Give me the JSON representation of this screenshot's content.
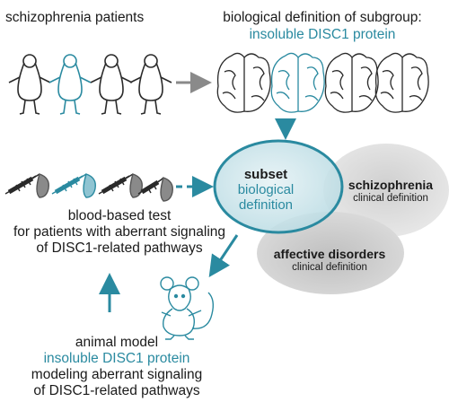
{
  "patients_title": "schizophrenia patients",
  "definition": {
    "title": "biological definition of subgroup:",
    "protein": "insoluble DISC1 protein"
  },
  "test": {
    "line1": "blood-based test",
    "line2": "for patients with aberrant signaling",
    "line3": "of DISC1-related pathways"
  },
  "venn": {
    "subset": {
      "title": "subset",
      "line1": "biological",
      "line2": "definition"
    },
    "schizophrenia": {
      "title": "schizophrenia",
      "subtitle": "clinical definition"
    },
    "affective": {
      "title": "affective disorders",
      "subtitle": "clinical definition"
    }
  },
  "animal": {
    "line1": "animal model",
    "protein": "insoluble DISC1 protein",
    "line3": "modeling aberrant signaling",
    "line4": "of DISC1-related pathways"
  },
  "colors": {
    "accent": "#2a8aa0",
    "dark": "#2a2a2a",
    "gray_arrow": "#8a8a8a"
  }
}
